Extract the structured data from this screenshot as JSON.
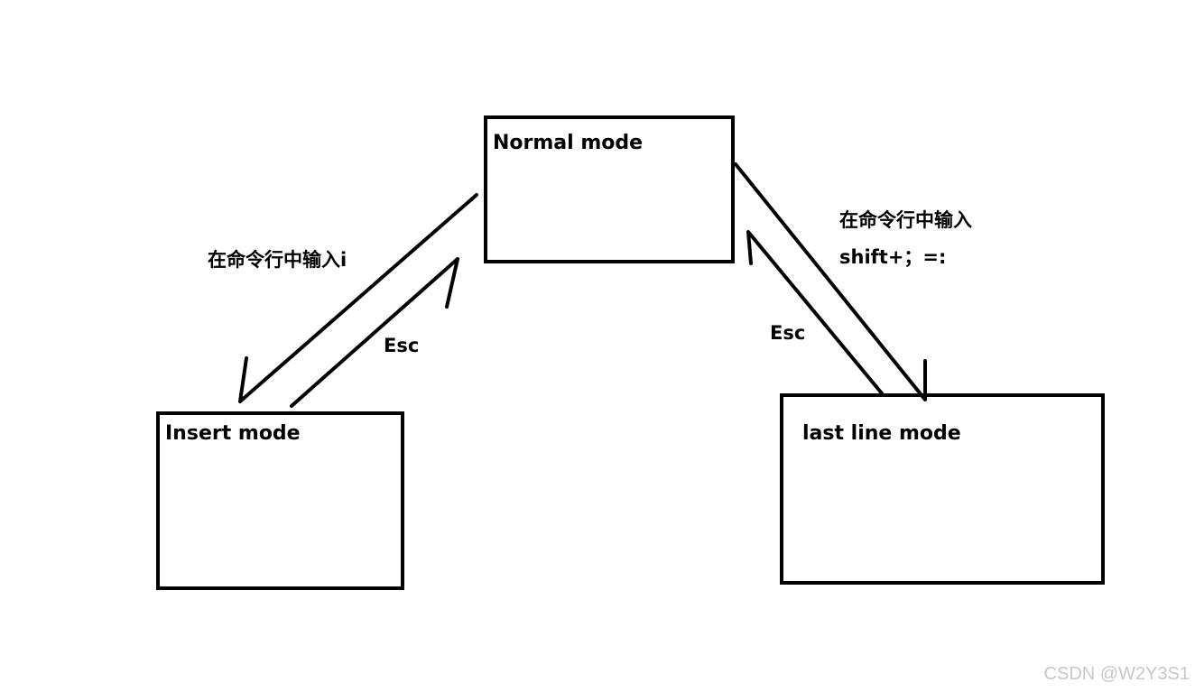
{
  "nodes": {
    "normal": {
      "label": "Normal mode"
    },
    "insert": {
      "label": "Insert mode"
    },
    "last_line": {
      "label": "last line mode"
    }
  },
  "edges": {
    "normal_to_insert": {
      "label": "在命令行中输入i"
    },
    "insert_to_normal": {
      "label": "Esc"
    },
    "normal_to_last_line": {
      "label_line1": "在命令行中输入",
      "label_line2": "shift+；=:"
    },
    "last_line_to_normal": {
      "label": "Esc"
    }
  },
  "watermark": "CSDN @W2Y3S1",
  "colors": {
    "stroke": "#000000",
    "background": "#ffffff",
    "watermark": "#c8c8c8"
  }
}
